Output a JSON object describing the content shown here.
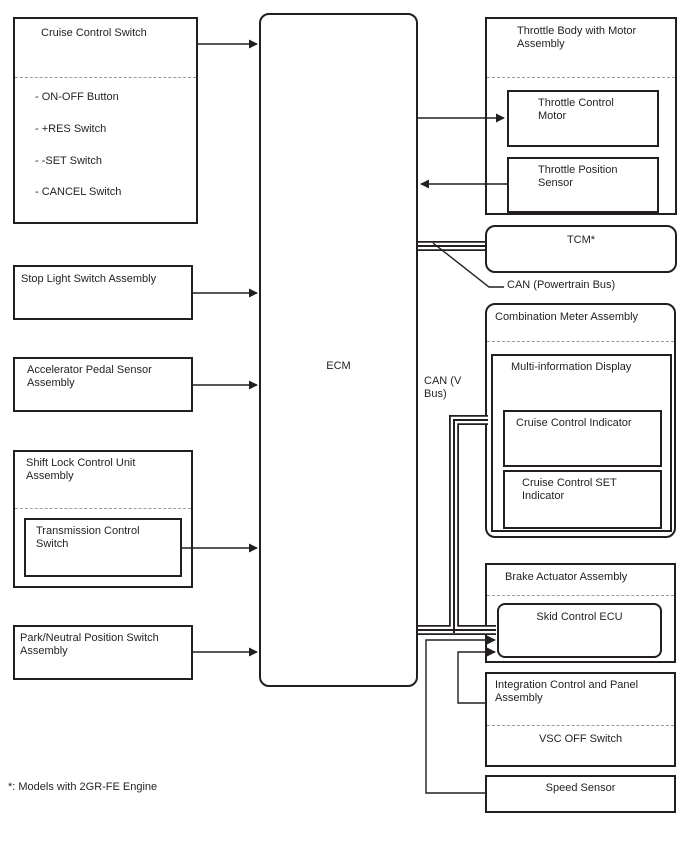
{
  "footnote": "*: Models with 2GR-FE Engine",
  "ecm": {
    "label": "ECM"
  },
  "left": {
    "cruise": {
      "title": "Cruise Control Switch",
      "items": [
        "- ON-OFF Button",
        "- +RES Switch",
        "- -SET Switch",
        "- CANCEL Switch"
      ]
    },
    "stop_light": {
      "title": "Stop Light Switch Assembly"
    },
    "accelerator": {
      "title": "Accelerator Pedal Sensor Assembly"
    },
    "shift_lock": {
      "title": "Shift Lock Control Unit Assembly",
      "inner": "Transmission Control Switch"
    },
    "park_neutral": {
      "title": "Park/Neutral Position Switch Assembly"
    }
  },
  "right": {
    "throttle_body": {
      "title": "Throttle Body with Motor Assembly",
      "motor": "Throttle Control Motor",
      "sensor": "Throttle Position Sensor"
    },
    "tcm": {
      "title": "TCM*"
    },
    "labels": {
      "can_powertrain": "CAN (Powertrain Bus)",
      "can_v": "CAN (V Bus)"
    },
    "combination_meter": {
      "title": "Combination Meter Assembly",
      "display": "Multi-information Display",
      "cruise_indicator": "Cruise Control Indicator",
      "cruise_set_indicator": "Cruise Control SET Indicator"
    },
    "brake_actuator": {
      "title": "Brake Actuator Assembly",
      "skid_ecu": "Skid Control ECU"
    },
    "integration": {
      "title": "Integration Control and Panel Assembly",
      "vsc_off": "VSC OFF Switch"
    },
    "speed_sensor": {
      "title": "Speed Sensor"
    }
  },
  "colors": {
    "line": "#231f20",
    "dashed": "#9b9b9b",
    "background": "#ffffff"
  }
}
